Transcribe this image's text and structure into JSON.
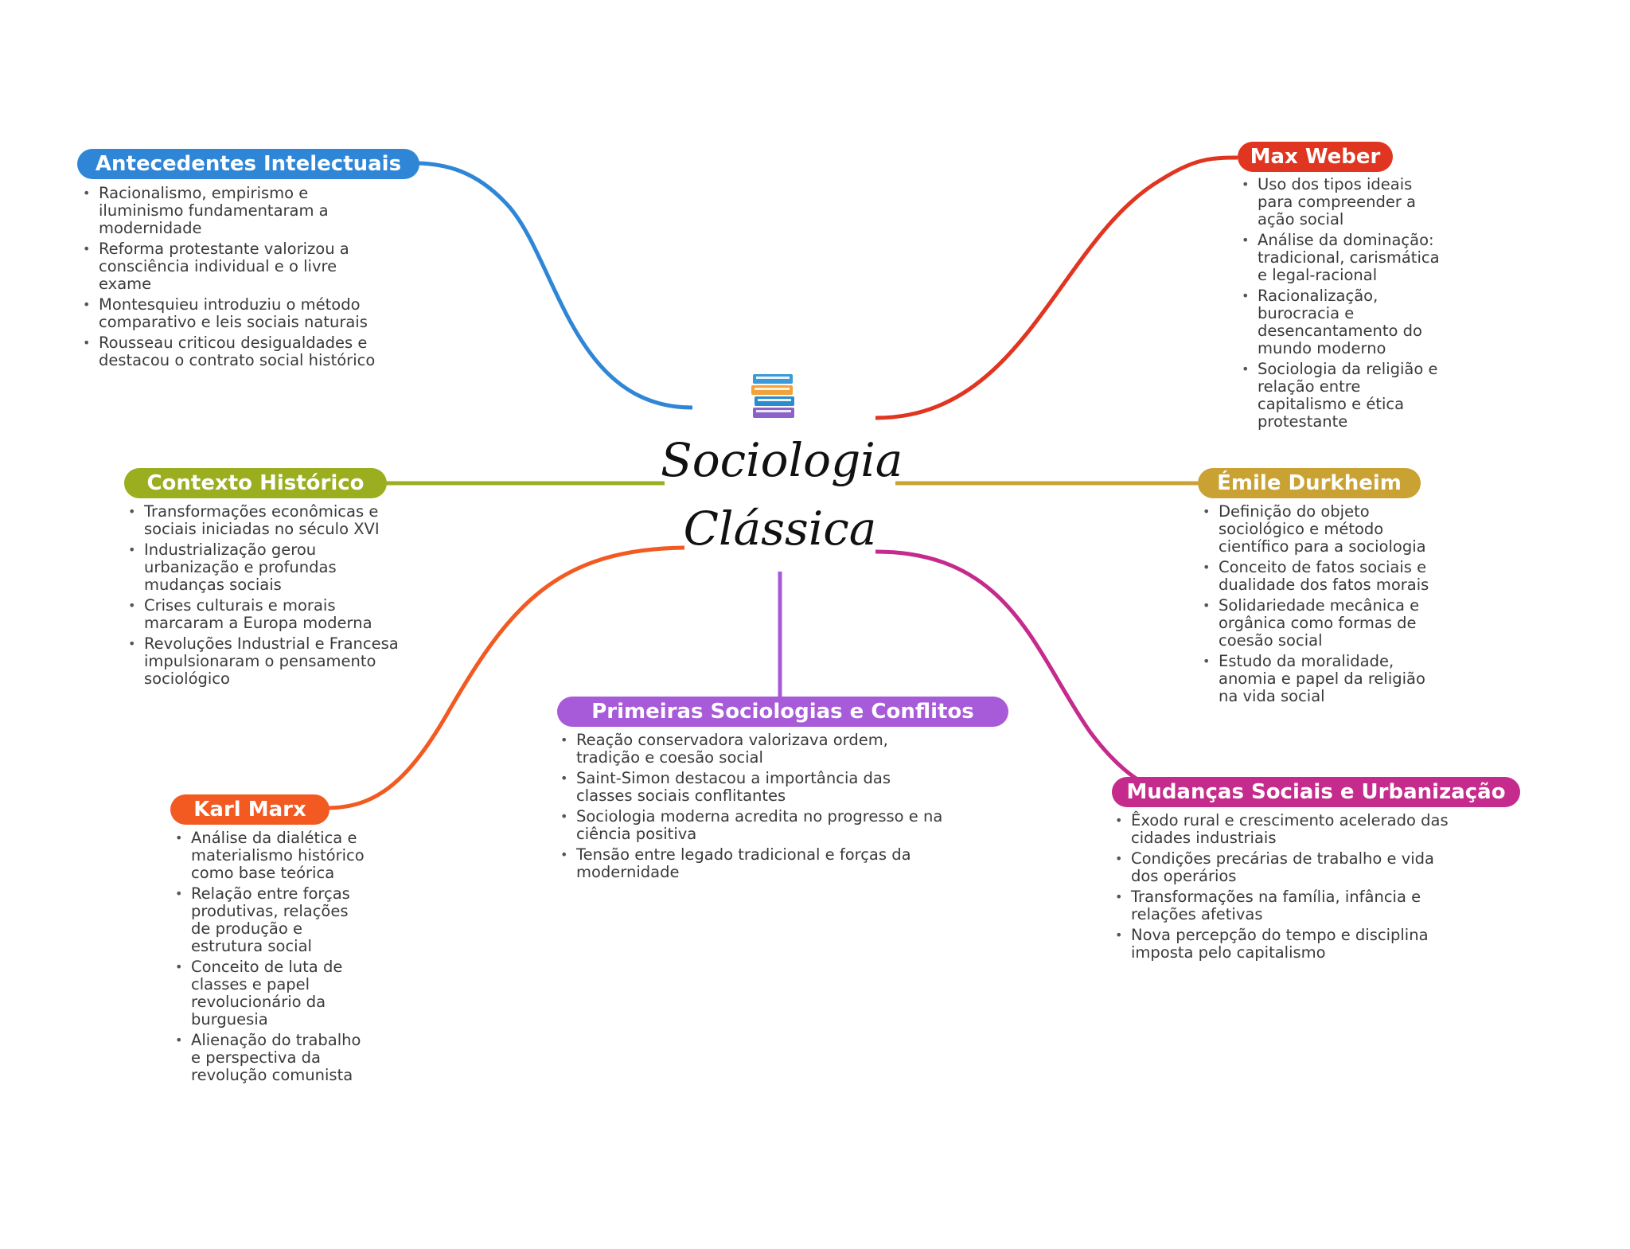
{
  "title": "Sociologia Clássica",
  "center_icon": "books-icon",
  "branches": [
    {
      "id": "antecedentes",
      "label": "Antecedentes Intelectuais",
      "color": "#2f86d6",
      "points": [
        "Racionalismo, empirismo e iluminismo fundamentaram a modernidade",
        "Reforma protestante valorizou a consciência individual e o livre exame",
        "Montesquieu introduziu o método comparativo e leis sociais naturais",
        "Rousseau criticou desigualdades e destacou o contrato social histórico"
      ]
    },
    {
      "id": "contexto",
      "label": "Contexto Histórico",
      "color": "#9aae20",
      "points": [
        "Transformações econômicas e sociais iniciadas no século XVI",
        "Industrialização gerou urbanização e profundas mudanças sociais",
        "Crises culturais e morais marcaram a Europa moderna",
        "Revoluções Industrial e Francesa impulsionaram o pensamento sociológico"
      ]
    },
    {
      "id": "marx",
      "label": "Karl Marx",
      "color": "#f25a22",
      "points": [
        "Análise da dialética e materialismo histórico como base teórica",
        "Relação entre forças produtivas, relações de produção e estrutura social",
        "Conceito de luta de classes e papel revolucionário da burguesia",
        "Alienação do trabalho e perspectiva da revolução comunista"
      ]
    },
    {
      "id": "primeiras",
      "label": "Primeiras Sociologias e Conflitos",
      "color": "#a85bd8",
      "points": [
        "Reação conservadora valorizava ordem, tradição e coesão social",
        "Saint-Simon destacou a importância das classes sociais conflitantes",
        "Sociologia moderna acredita no progresso e na ciência positiva",
        "Tensão entre legado tradicional e forças da modernidade"
      ]
    },
    {
      "id": "weber",
      "label": "Max Weber",
      "color": "#e03520",
      "points": [
        "Uso dos tipos ideais para compreender a ação social",
        "Análise da dominação: tradicional, carismática e legal-racional",
        "Racionalização, burocracia e desencantamento do mundo moderno",
        "Sociologia da religião e relação entre capitalismo e ética protestante"
      ]
    },
    {
      "id": "durkheim",
      "label": "Émile Durkheim",
      "color": "#c9a233",
      "points": [
        "Definição do objeto sociológico e método científico para a sociologia",
        "Conceito de fatos sociais e dualidade dos fatos morais",
        "Solidariedade mecânica e orgânica como formas de coesão social",
        "Estudo da moralidade, anomia e papel da religião na vida social"
      ]
    },
    {
      "id": "mudancas",
      "label": "Mudanças Sociais e Urbanização",
      "color": "#c42b8c",
      "points": [
        "Êxodo rural e crescimento acelerado das cidades industriais",
        "Condições precárias de trabalho e vida dos operários",
        "Transformações na família, infância e relações afetivas",
        "Nova percepção do tempo e disciplina imposta pelo capitalismo"
      ]
    }
  ]
}
